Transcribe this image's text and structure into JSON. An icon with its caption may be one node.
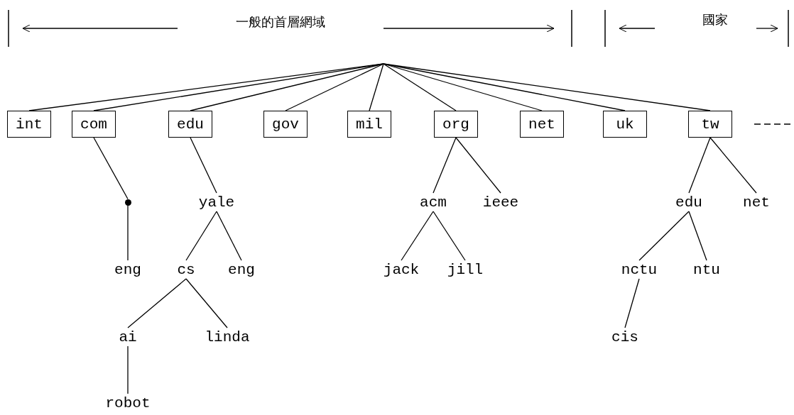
{
  "diagram": {
    "nodes": [
      {
        "text": [
          "int"
        ]
      },
      {
        "text": [
          "com"
        ]
      },
      {
        "text": [
          "edu"
        ]
      },
      {
        "text": [
          "gov"
        ]
      },
      {
        "text": [
          "mil"
        ]
      },
      {
        "text": [
          "org"
        ]
      },
      {
        "text": [
          "net"
        ]
      },
      {
        "text": [
          "uk"
        ]
      },
      {
        "text": [
          "tw"
        ]
      },
      {
        "text": [],
        "shape": "circle"
      },
      {
        "text": [
          "yale"
        ]
      },
      {
        "text": [
          "eng"
        ]
      },
      {
        "text": [
          "cs"
        ]
      },
      {
        "text": [
          "eng"
        ]
      },
      {
        "text": [
          "ai"
        ]
      },
      {
        "text": [
          "linda"
        ]
      },
      {
        "text": [
          "robot"
        ]
      },
      {
        "text": [
          "acm"
        ]
      },
      {
        "text": [
          "ieee"
        ]
      },
      {
        "text": [
          "jack"
        ]
      },
      {
        "text": [
          "jill"
        ]
      },
      {
        "text": [
          "edu"
        ]
      },
      {
        "text": [
          "net"
        ]
      },
      {
        "text": [
          "nctu"
        ]
      },
      {
        "text": [
          "ntu"
        ]
      },
      {
        "text": [
          "cis"
        ]
      }
    ],
    "edges": [
      {
        "from": null,
        "to": 0,
        "arrow": "none"
      },
      {
        "from": null,
        "to": 1,
        "arrow": "none"
      },
      {
        "from": null,
        "to": 2,
        "arrow": "none"
      },
      {
        "from": null,
        "to": 3,
        "arrow": "none"
      },
      {
        "from": null,
        "to": 4,
        "arrow": "none"
      },
      {
        "from": null,
        "to": 5,
        "arrow": "none"
      },
      {
        "from": null,
        "to": 6,
        "arrow": "none"
      },
      {
        "from": null,
        "to": 7,
        "arrow": "none"
      },
      {
        "from": null,
        "to": 8,
        "arrow": "none"
      },
      {
        "from": 1,
        "to": 9,
        "arrow": "none"
      },
      {
        "from": 9,
        "to": 11,
        "arrow": "none"
      },
      {
        "from": 2,
        "to": 10,
        "arrow": "none"
      },
      {
        "from": 10,
        "to": 12,
        "arrow": "none"
      },
      {
        "from": 10,
        "to": 13,
        "arrow": "none"
      },
      {
        "from": 12,
        "to": 14,
        "arrow": "none"
      },
      {
        "from": 12,
        "to": 15,
        "arrow": "none"
      },
      {
        "from": 14,
        "to": 16,
        "arrow": "none"
      },
      {
        "from": 5,
        "to": 17,
        "arrow": "none"
      },
      {
        "from": 5,
        "to": 18,
        "arrow": "none"
      },
      {
        "from": 17,
        "to": 19,
        "arrow": "none"
      },
      {
        "from": 17,
        "to": 20,
        "arrow": "none"
      },
      {
        "from": 8,
        "to": 21,
        "arrow": "none"
      },
      {
        "from": 8,
        "to": 22,
        "arrow": "none"
      },
      {
        "from": 21,
        "to": 23,
        "arrow": "none"
      },
      {
        "from": 21,
        "to": 24,
        "arrow": "none"
      },
      {
        "from": 23,
        "to": 25,
        "arrow": "none"
      }
    ],
    "labels": [
      "一般的首層網域",
      "國家"
    ]
  }
}
